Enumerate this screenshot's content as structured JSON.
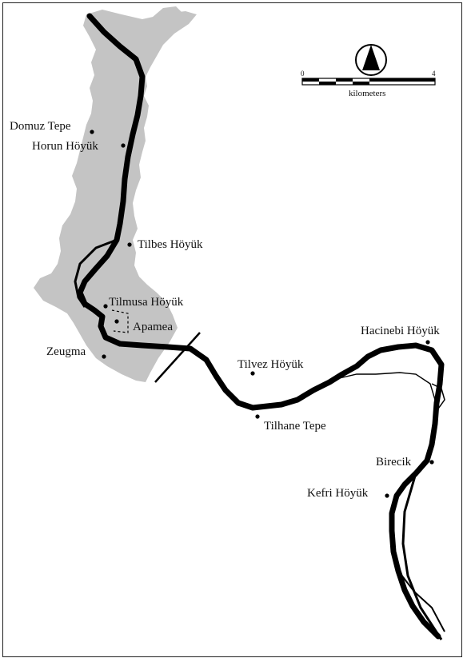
{
  "map": {
    "colors": {
      "reservoir": "#c4c4c4",
      "river": "#000000",
      "frame": "#222222"
    },
    "sites": [
      {
        "id": "domuz-tepe",
        "label": "Domuz Tepe"
      },
      {
        "id": "horun-hoyuk",
        "label": "Horun Höyük"
      },
      {
        "id": "tilbes-hoyuk",
        "label": "Tilbes Höyük"
      },
      {
        "id": "tilmusa-hoyuk",
        "label": "Tilmusa Höyük"
      },
      {
        "id": "apamea",
        "label": "Apamea"
      },
      {
        "id": "zeugma",
        "label": "Zeugma"
      },
      {
        "id": "tilvez-hoyuk",
        "label": "Tilvez Höyük"
      },
      {
        "id": "tilhane-tepe",
        "label": "Tilhane Tepe"
      },
      {
        "id": "hacinebi-hoyuk",
        "label": "Hacinebi Höyük"
      },
      {
        "id": "birecik",
        "label": "Birecik"
      },
      {
        "id": "kefri-hoyuk",
        "label": "Kefri Höyük"
      }
    ],
    "scale_bar": {
      "start_label": "0",
      "end_label": "4",
      "caption": "kilometers"
    },
    "north_arrow_icon": "north-arrow-icon"
  }
}
